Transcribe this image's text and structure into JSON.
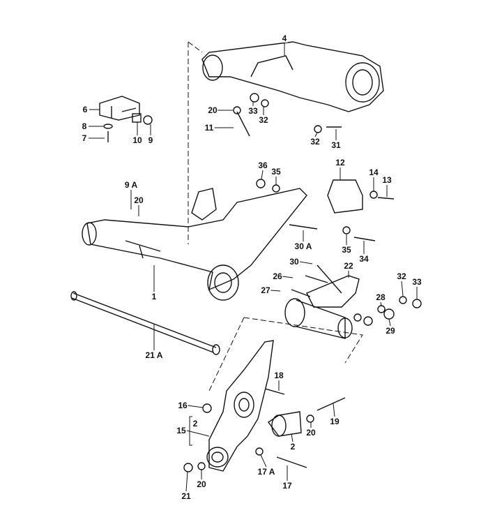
{
  "title": "Rear axle parts diagram",
  "labels": {
    "p4": "4",
    "p6": "6",
    "p8": "8",
    "p7": "7",
    "p10": "10",
    "p9": "9",
    "p20a": "20",
    "p33a": "33",
    "p32a": "32",
    "p11": "11",
    "p32b": "32",
    "p31": "31",
    "p36": "36",
    "p35a": "35",
    "p12": "12",
    "p14": "14",
    "p13": "13",
    "p9A": "9 A",
    "p20b": "20",
    "p30A": "30 A",
    "p35b": "35",
    "p34": "34",
    "p30": "30",
    "p22": "22",
    "p26": "26",
    "p27": "27",
    "p32c": "32",
    "p33b": "33",
    "p28": "28",
    "p29": "29",
    "p1": "1",
    "p21A": "21 A",
    "p18": "18",
    "p16": "16",
    "p15": "15",
    "p2a": "2",
    "p19": "19",
    "p20c": "20",
    "p2b": "2",
    "p17A": "17 A",
    "p20d": "20",
    "p17": "17",
    "p21": "21"
  }
}
